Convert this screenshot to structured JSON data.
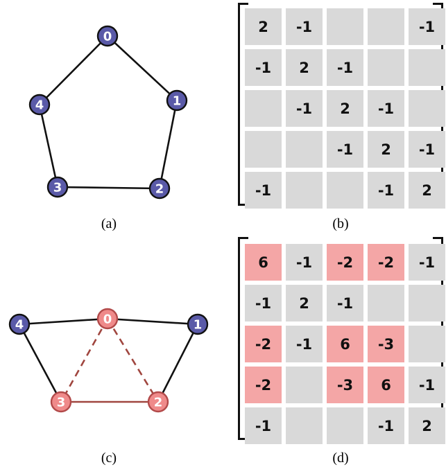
{
  "colors": {
    "node_blue": "#5a5aa8",
    "node_pink": "#ef8a8a",
    "edge_black": "#111111",
    "edge_red": "#a0463f",
    "cell_gray": "#d9d9d9",
    "cell_pink": "#f4a6a6"
  },
  "panel_a": {
    "caption": "(a)",
    "nodes": [
      {
        "id": "0",
        "color": "blue"
      },
      {
        "id": "1",
        "color": "blue"
      },
      {
        "id": "2",
        "color": "blue"
      },
      {
        "id": "3",
        "color": "blue"
      },
      {
        "id": "4",
        "color": "blue"
      }
    ],
    "edges": [
      {
        "from": "0",
        "to": "1",
        "style": "solid"
      },
      {
        "from": "1",
        "to": "2",
        "style": "solid"
      },
      {
        "from": "2",
        "to": "3",
        "style": "solid"
      },
      {
        "from": "3",
        "to": "4",
        "style": "solid"
      },
      {
        "from": "4",
        "to": "0",
        "style": "solid"
      }
    ]
  },
  "panel_b": {
    "caption": "(b)",
    "matrix": [
      [
        "2",
        "-1",
        "",
        "",
        "-1"
      ],
      [
        "-1",
        "2",
        "-1",
        "",
        ""
      ],
      [
        "",
        "-1",
        "2",
        "-1",
        ""
      ],
      [
        "",
        "",
        "-1",
        "2",
        "-1"
      ],
      [
        "-1",
        "",
        "",
        "-1",
        "2"
      ]
    ]
  },
  "panel_c": {
    "caption": "(c)",
    "nodes": [
      {
        "id": "0",
        "color": "pink"
      },
      {
        "id": "1",
        "color": "blue"
      },
      {
        "id": "2",
        "color": "pink"
      },
      {
        "id": "3",
        "color": "pink"
      },
      {
        "id": "4",
        "color": "blue"
      }
    ],
    "edges": [
      {
        "from": "4",
        "to": "0",
        "style": "solid"
      },
      {
        "from": "0",
        "to": "1",
        "style": "solid"
      },
      {
        "from": "1",
        "to": "2",
        "style": "solid"
      },
      {
        "from": "4",
        "to": "3",
        "style": "solid"
      },
      {
        "from": "3",
        "to": "2",
        "style": "red-solid"
      },
      {
        "from": "0",
        "to": "3",
        "style": "red-dashed"
      },
      {
        "from": "0",
        "to": "2",
        "style": "red-dashed"
      }
    ]
  },
  "panel_d": {
    "caption": "(d)",
    "matrix": [
      [
        "6",
        "-1",
        "-2",
        "-2",
        "-1"
      ],
      [
        "-1",
        "2",
        "-1",
        "",
        ""
      ],
      [
        "-2",
        "-1",
        "6",
        "-3",
        ""
      ],
      [
        "-2",
        "",
        "-3",
        "6",
        "-1"
      ],
      [
        "-1",
        "",
        "",
        "-1",
        "2"
      ]
    ],
    "highlighted": [
      [
        true,
        false,
        true,
        true,
        false
      ],
      [
        false,
        false,
        false,
        false,
        false
      ],
      [
        true,
        false,
        true,
        true,
        false
      ],
      [
        true,
        false,
        true,
        true,
        false
      ],
      [
        false,
        false,
        false,
        false,
        false
      ]
    ]
  }
}
